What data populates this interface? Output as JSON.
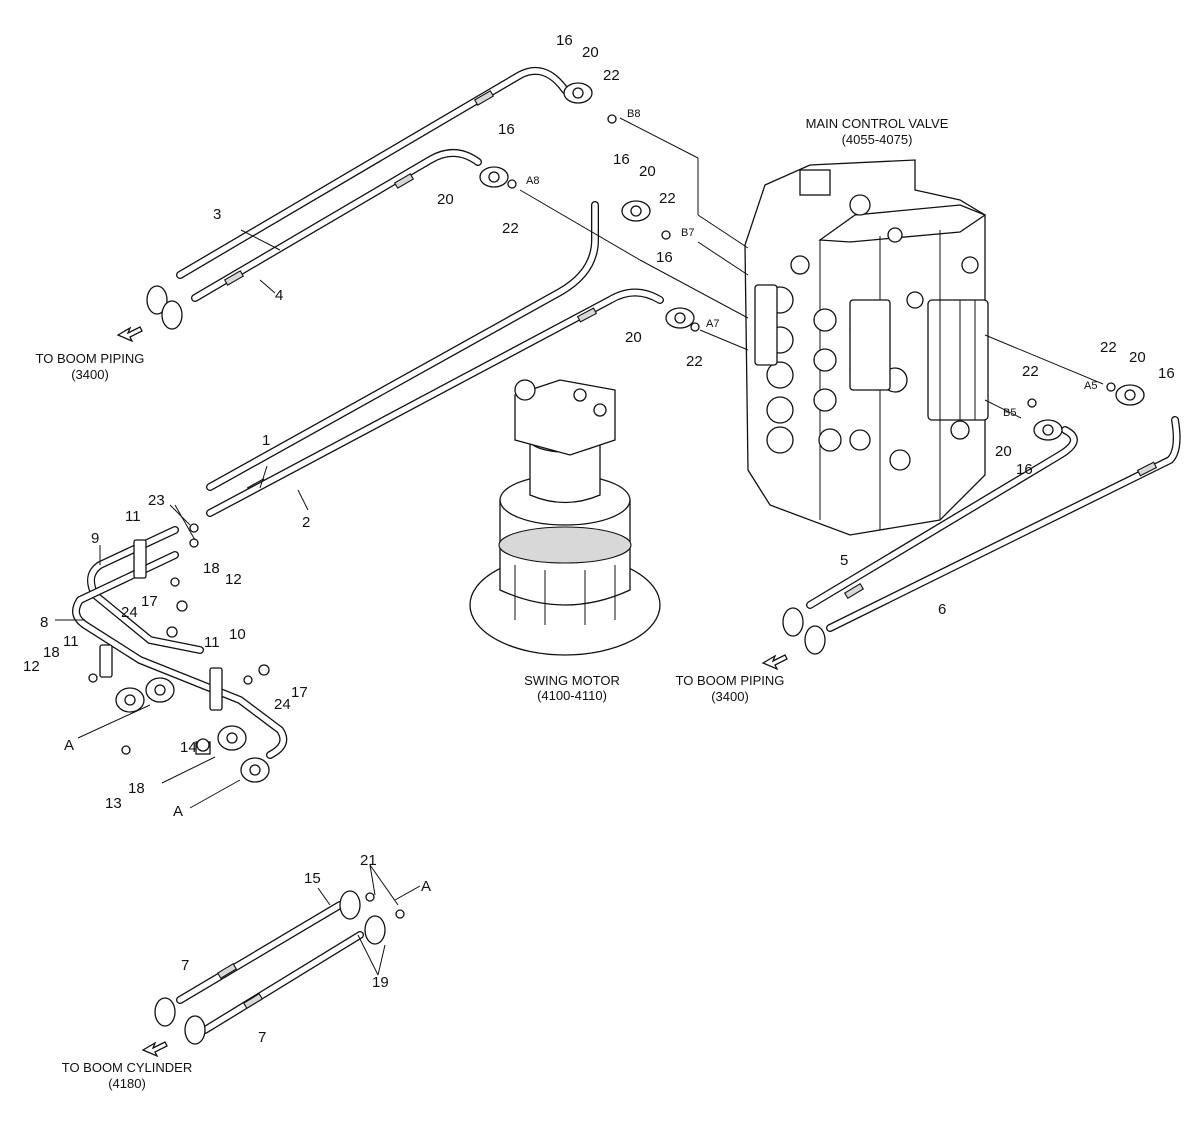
{
  "labels": {
    "mcv_title": "MAIN CONTROL VALVE",
    "mcv_ref": "(4055-4075)",
    "swing_title": "SWING MOTOR",
    "swing_ref": "(4100-4110)",
    "boom_piping_left": "TO BOOM PIPING",
    "boom_piping_left_ref": "(3400)",
    "boom_piping_right": "TO BOOM PIPING",
    "boom_piping_right_ref": "(3400)",
    "boom_cylinder": "TO BOOM CYLINDER",
    "boom_cylinder_ref": "(4180)"
  },
  "ports": {
    "b8": "B8",
    "a8": "A8",
    "b7": "B7",
    "a7": "A7",
    "b5": "B5",
    "a5": "A5",
    "a_top": "A",
    "a_left": "A",
    "a_bottom": "A"
  },
  "callouts": {
    "c1": "1",
    "c2": "2",
    "c3": "3",
    "c4": "4",
    "c5": "5",
    "c6": "6",
    "c7a": "7",
    "c7b": "7",
    "c8": "8",
    "c9": "9",
    "c10": "10",
    "c11a": "11",
    "c11b": "11",
    "c11c": "11",
    "c12a": "12",
    "c12b": "12",
    "c13": "13",
    "c14": "14",
    "c15": "15",
    "c16a": "16",
    "c16b": "16",
    "c16c": "16",
    "c16d": "16",
    "c16e": "16",
    "c16f": "16",
    "c17a": "17",
    "c17b": "17",
    "c18a": "18",
    "c18b": "18",
    "c18c": "18",
    "c19": "19",
    "c20a": "20",
    "c20b": "20",
    "c20c": "20",
    "c20d": "20",
    "c20e": "20",
    "c20f": "20",
    "c21": "21",
    "c22a": "22",
    "c22b": "22",
    "c22c": "22",
    "c22d": "22",
    "c22e": "22",
    "c22f": "22",
    "c23": "23",
    "c24a": "24",
    "c24b": "24"
  }
}
